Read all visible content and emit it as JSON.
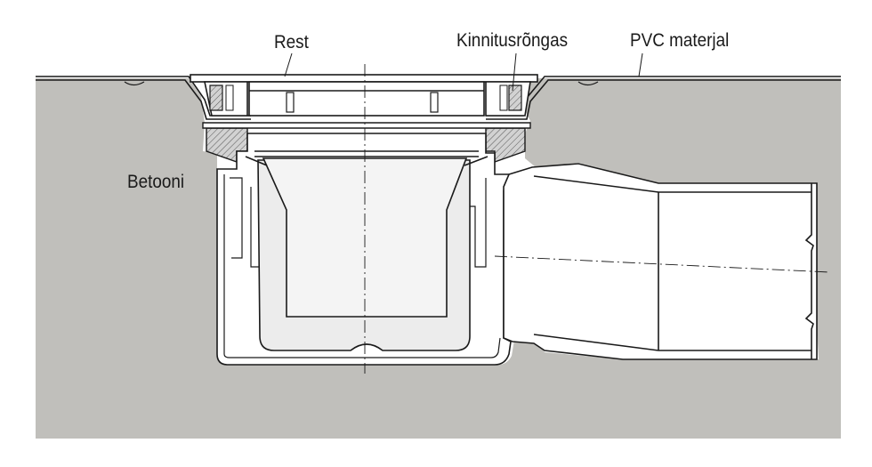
{
  "labels": {
    "grate": "Rest",
    "fixing_ring": "Kinnitusrõngas",
    "pvc_material": "PVC materjal",
    "concrete": "Betooni"
  },
  "colors": {
    "concrete": "#c0bfbb",
    "drain_body": "#ffffff",
    "trap_fill": "#ececec",
    "hatch_part": "#c8c8c8",
    "line": "#1a1a1a"
  }
}
